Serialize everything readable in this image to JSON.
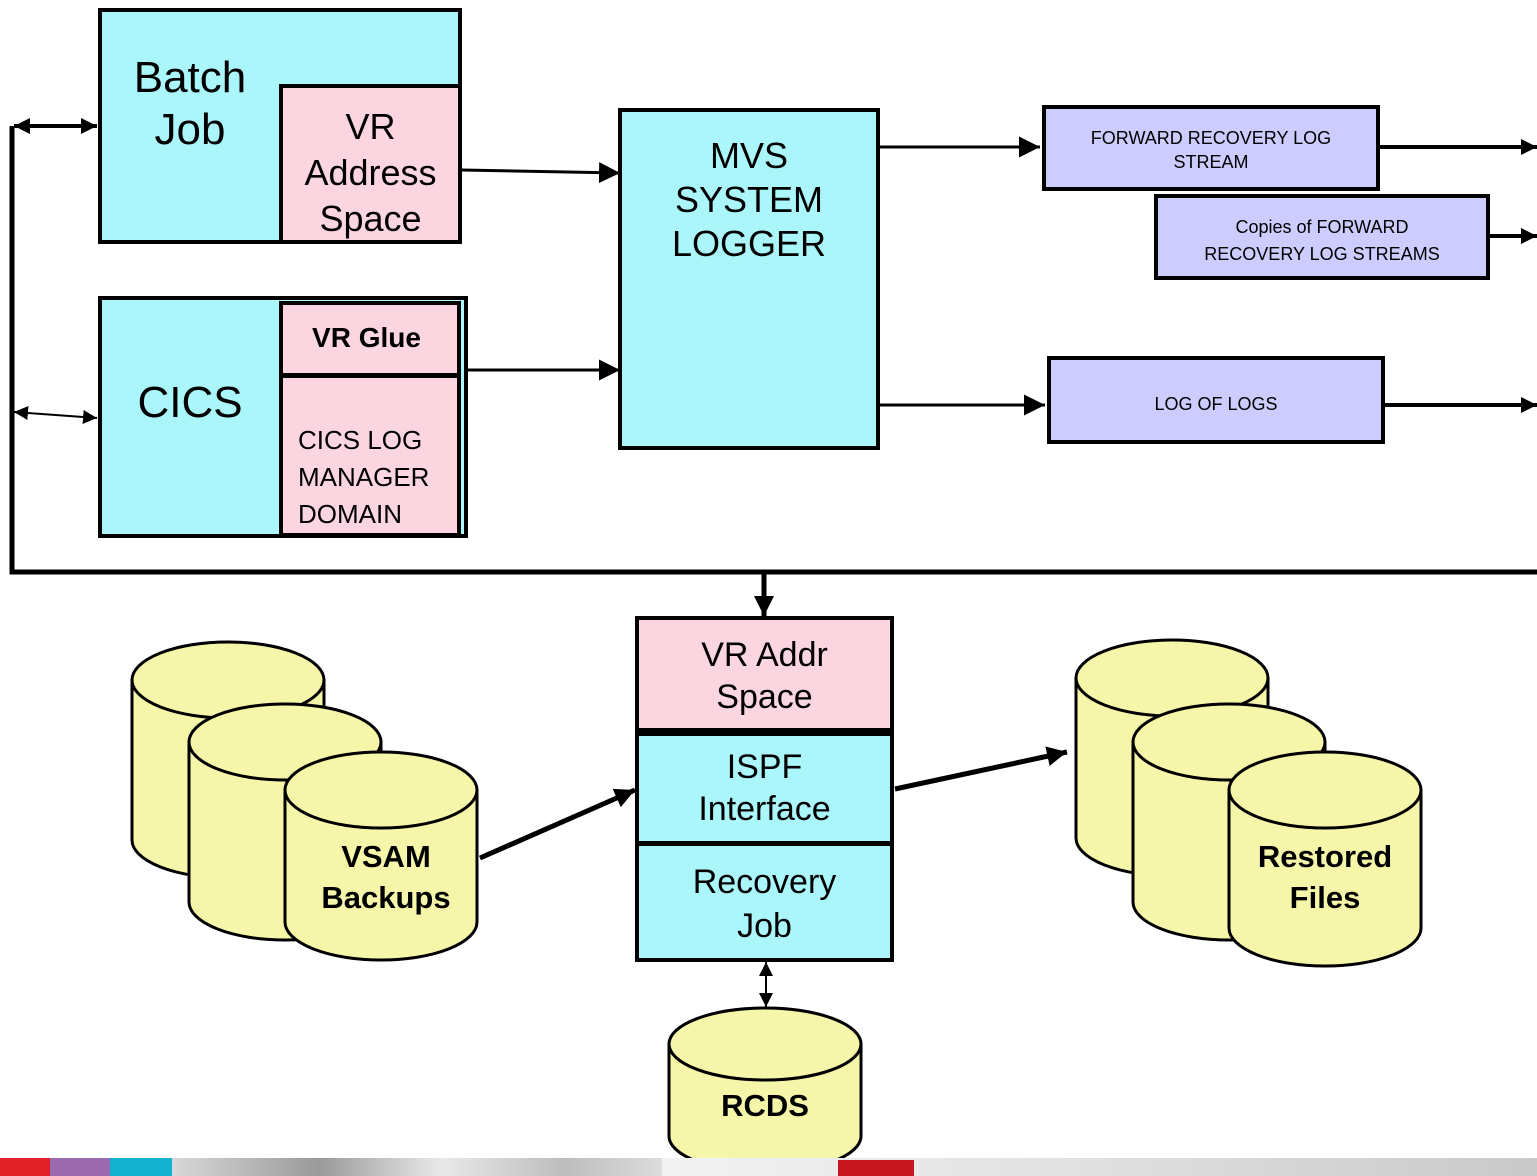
{
  "batch": {
    "title_line1": "Batch",
    "title_line2": "Job"
  },
  "vr_address_space": {
    "line1": "VR",
    "line2": "Address",
    "line3": "Space"
  },
  "cics": {
    "title": "CICS",
    "vr_glue": "VR Glue",
    "log_line1": "CICS LOG",
    "log_line2": "MANAGER",
    "log_line3": "DOMAIN"
  },
  "logger": {
    "line1": "MVS",
    "line2": "SYSTEM",
    "line3": "LOGGER"
  },
  "streams": {
    "forward_line1": "FORWARD RECOVERY LOG",
    "forward_line2": "STREAM",
    "copies_line1": "Copies of FORWARD",
    "copies_line2": "RECOVERY LOG STREAMS",
    "log_of_logs": "LOG OF LOGS"
  },
  "recovery_stack": {
    "vr_addr_line1": "VR Addr",
    "vr_addr_line2": "Space",
    "ispf_line1": "ISPF",
    "ispf_line2": "Interface",
    "job_line1": "Recovery",
    "job_line2": "Job"
  },
  "datasets": {
    "vsam_line1": "VSAM",
    "vsam_line2": "Backups",
    "restored_line1": "Restored",
    "restored_line2": "Files",
    "rcds": "RCDS"
  },
  "colors": {
    "cyan": "#aaf6fb",
    "pink": "#fbd6e1",
    "lavender": "#ccccff",
    "cylinder": "#f6f6aa"
  }
}
